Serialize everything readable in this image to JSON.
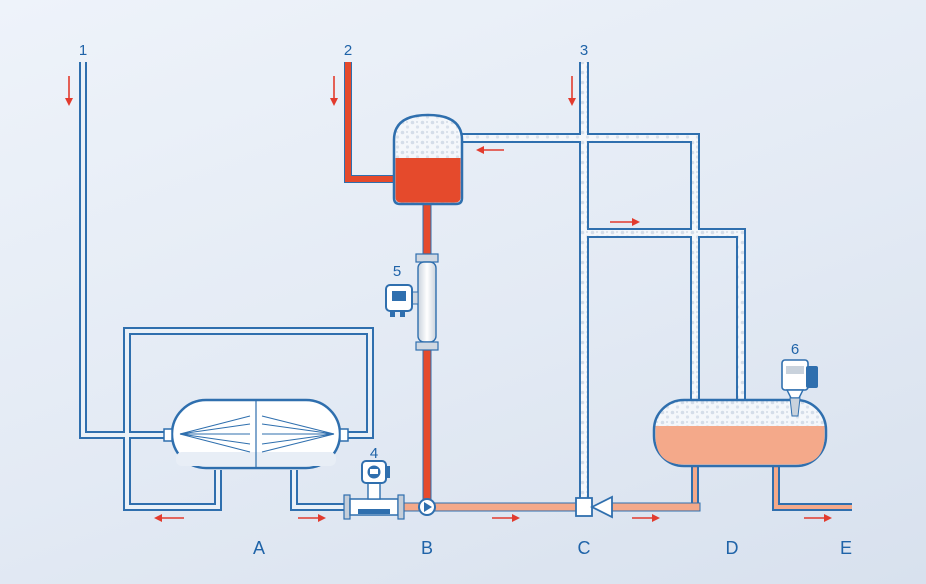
{
  "stream_labels": [
    "1",
    "2",
    "3"
  ],
  "instrument_labels": [
    "4",
    "5",
    "6"
  ],
  "process_labels": [
    "A",
    "B",
    "C",
    "D",
    "E"
  ],
  "colors": {
    "background": "#e6ecf5",
    "pipe_outline": "#2f6fae",
    "steam_fill": "#eaf1f8",
    "hot_liquid": "#e54a2c",
    "warm_liquid": "#f4a98a",
    "arrow": "#e23b2e",
    "label_text": "#1f63a8"
  },
  "icons": [
    "flow-arrow-icon",
    "flowmeter-icon",
    "coriolis-meter-icon",
    "level-sensor-icon",
    "pump-icon",
    "heat-exchanger-icon"
  ]
}
